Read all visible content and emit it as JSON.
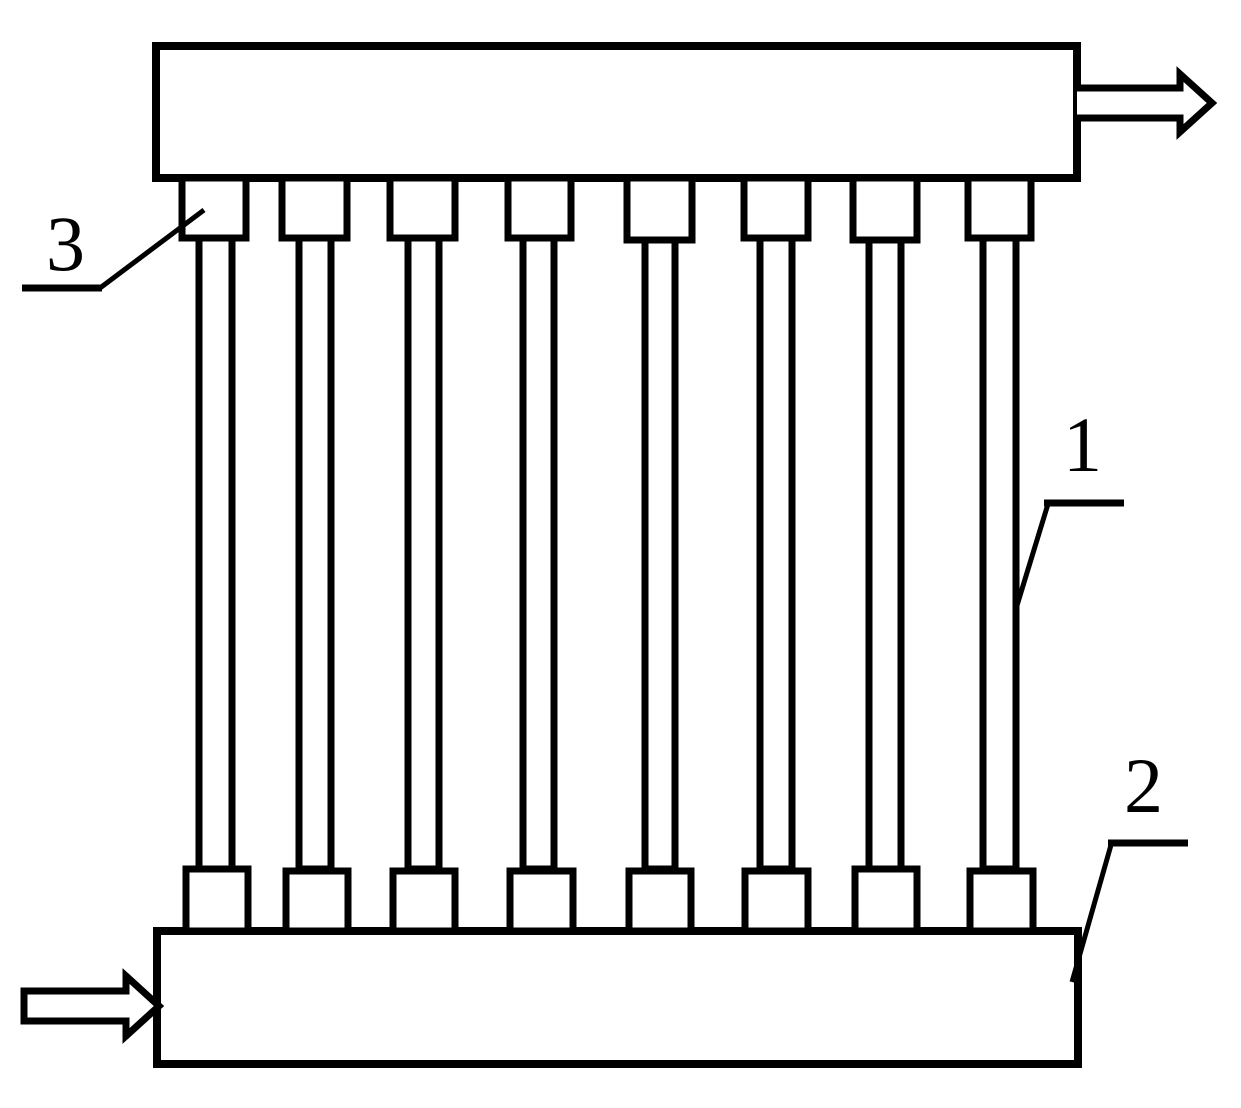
{
  "labels": {
    "tube": "1",
    "lower_header": "2",
    "connector": "3"
  },
  "colors": {
    "stroke": "#000000",
    "background": "#ffffff"
  },
  "tube_count": 8
}
